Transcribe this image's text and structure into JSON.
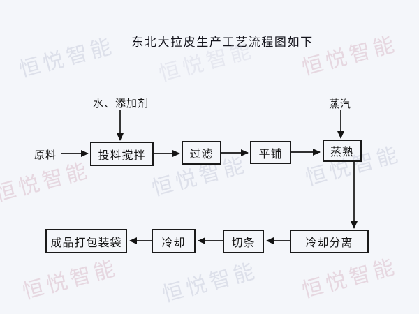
{
  "title": "东北大拉皮生产工艺流程图如下",
  "diagram": {
    "type": "flowchart",
    "process_nodes": [
      {
        "label": "投料搅拌"
      },
      {
        "label": "过滤"
      },
      {
        "label": "平铺"
      },
      {
        "label": "蒸熟"
      },
      {
        "label": "冷却分离"
      },
      {
        "label": "切条"
      },
      {
        "label": "冷却"
      },
      {
        "label": "成品打包装袋"
      }
    ],
    "input_labels": [
      {
        "label": "原料"
      },
      {
        "label": "水、添加剂"
      },
      {
        "label": "蒸汽"
      }
    ],
    "edges": [
      {
        "from": "原料",
        "to": "投料搅拌"
      },
      {
        "from": "水、添加剂",
        "to": "投料搅拌"
      },
      {
        "from": "投料搅拌",
        "to": "过滤"
      },
      {
        "from": "过滤",
        "to": "平铺"
      },
      {
        "from": "平铺",
        "to": "蒸熟"
      },
      {
        "from": "蒸汽",
        "to": "蒸熟"
      },
      {
        "from": "蒸熟",
        "to": "冷却分离"
      },
      {
        "from": "冷却分离",
        "to": "切条"
      },
      {
        "from": "切条",
        "to": "冷却"
      },
      {
        "from": "冷却",
        "to": "成品打包装袋"
      }
    ]
  },
  "watermark": {
    "text": "恒悦智能"
  },
  "colors": {
    "background": "#f4f6fa",
    "box_border": "#1a1a1a",
    "text": "#1c1c1c",
    "watermark_gray": "#e8eaf2",
    "watermark_pink": "#ecdae4"
  }
}
